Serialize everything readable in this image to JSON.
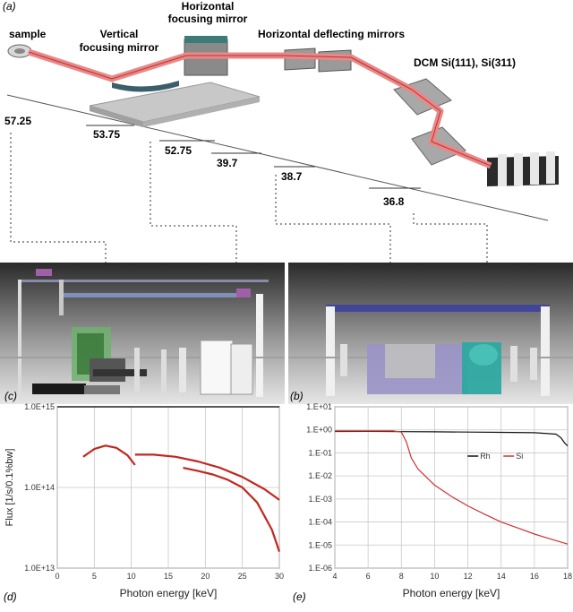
{
  "panel_labels": {
    "a": "(a)",
    "b": "(b)",
    "c": "(c)",
    "d": "(d)",
    "e": "(e)"
  },
  "beamline": {
    "sample_label": "sample",
    "vertical_mirror_label": [
      "Vertical",
      "focusing mirror"
    ],
    "horizontal_mirror_label": [
      "Horizontal",
      "focusing mirror"
    ],
    "deflecting_label": "Horizontal deflecting mirrors",
    "dcm_label": "DCM Si(111), Si(311)",
    "distances": [
      "57.25",
      "53.75",
      "52.75",
      "39.7",
      "38.7",
      "36.8"
    ],
    "colors": {
      "beam": "#e88888",
      "beam_edge": "#c03030",
      "component": "#b8b8b8"
    }
  },
  "chart_data": [
    {
      "id": "d",
      "type": "line",
      "ylabel": "Flux [1/s/0.1%bw]",
      "xlabel": "Photon energy [keV]",
      "xlim": [
        0,
        30
      ],
      "ylim": [
        10000000000000.0,
        1000000000000000.0
      ],
      "ylog": true,
      "x_ticks": [
        "0",
        "5",
        "10",
        "15",
        "20",
        "25",
        "30"
      ],
      "y_ticks": [
        "1.0E+13",
        "1.0E+14",
        "1.0E+15"
      ],
      "grid": true,
      "series": [
        {
          "color": "#c0281e",
          "points": [
            [
              3.5,
              240000000000000.0
            ],
            [
              5,
              300000000000000.0
            ],
            [
              6.5,
              330000000000000.0
            ],
            [
              8,
              310000000000000.0
            ],
            [
              9.5,
              250000000000000.0
            ],
            [
              10.5,
              190000000000000.0
            ]
          ]
        },
        {
          "color": "#c0281e",
          "points": [
            [
              10.5,
              255000000000000.0
            ],
            [
              13,
              255000000000000.0
            ],
            [
              16,
              240000000000000.0
            ],
            [
              19,
              210000000000000.0
            ],
            [
              22,
              175000000000000.0
            ],
            [
              25,
              135000000000000.0
            ],
            [
              28,
              95000000000000.0
            ],
            [
              30,
              70000000000000.0
            ]
          ]
        },
        {
          "color": "#c0281e",
          "points": [
            [
              17,
              175000000000000.0
            ],
            [
              19,
              160000000000000.0
            ],
            [
              21,
              145000000000000.0
            ],
            [
              23,
              125000000000000.0
            ],
            [
              25,
              100000000000000.0
            ],
            [
              27,
              65000000000000.0
            ],
            [
              29,
              30000000000000.0
            ],
            [
              30,
              16000000000000.0
            ]
          ]
        }
      ]
    },
    {
      "id": "e",
      "type": "line",
      "xlabel": "Photon energy [keV]",
      "xlim": [
        4,
        18
      ],
      "ylim": [
        1e-06,
        10
      ],
      "ylog": true,
      "x_ticks": [
        "4",
        "6",
        "8",
        "10",
        "12",
        "14",
        "16",
        "18"
      ],
      "y_ticks": [
        "1.E-06",
        "1.E-05",
        "1.E-04",
        "1.E-03",
        "1.E-02",
        "1.E-01",
        "1.E+00",
        "1.E+01"
      ],
      "grid": true,
      "legend": "right",
      "series": [
        {
          "name": "Rh",
          "color": "#111111",
          "points": [
            [
              4,
              0.85
            ],
            [
              6,
              0.86
            ],
            [
              8,
              0.84
            ],
            [
              10,
              0.82
            ],
            [
              12,
              0.8
            ],
            [
              14,
              0.78
            ],
            [
              16,
              0.75
            ],
            [
              17.3,
              0.65
            ],
            [
              17.6,
              0.45
            ],
            [
              17.8,
              0.28
            ],
            [
              18,
              0.2
            ]
          ]
        },
        {
          "name": "Si",
          "color": "#cc3333",
          "points": [
            [
              4,
              0.9
            ],
            [
              7.5,
              0.9
            ],
            [
              8,
              0.8
            ],
            [
              8.3,
              0.3
            ],
            [
              8.6,
              0.06
            ],
            [
              9,
              0.02
            ],
            [
              10,
              0.004
            ],
            [
              11,
              0.0013
            ],
            [
              12,
              0.0005
            ],
            [
              13,
              0.00022
            ],
            [
              14,
              0.0001
            ],
            [
              15,
              5.5e-05
            ],
            [
              16,
              3e-05
            ],
            [
              17,
              1.8e-05
            ],
            [
              18,
              1.1e-05
            ]
          ]
        }
      ]
    }
  ]
}
